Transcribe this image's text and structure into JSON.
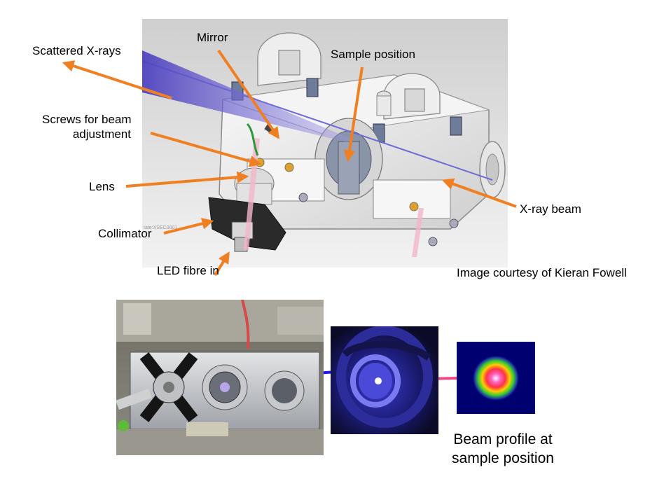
{
  "labels": {
    "scattered_xrays": "Scattered X-rays",
    "mirror": "Mirror",
    "sample_position": "Sample position",
    "screws_line1": "Screws for beam",
    "screws_line2": "adjustment",
    "lens": "Lens",
    "collimator": "Collimator",
    "led_fibre": "LED fibre in",
    "xray_beam": "X-ray beam",
    "credit": "Image courtesy of Kieran Fowell",
    "beam_profile_line1": "Beam profile at",
    "beam_profile_line2": "sample position"
  },
  "colors": {
    "arrow_orange": "#F07F22",
    "arrow_blue": "#1A1AE6",
    "arrow_pink": "#F0478A",
    "scatter_cone": "#5A4FC8",
    "diagram_bg": "#E9E9E9"
  },
  "icons": {
    "cad_render": "chamber-cad-render",
    "photo": "chamber-photo",
    "camera_view": "camera-view-image",
    "profile": "beam-profile-heatmap"
  }
}
